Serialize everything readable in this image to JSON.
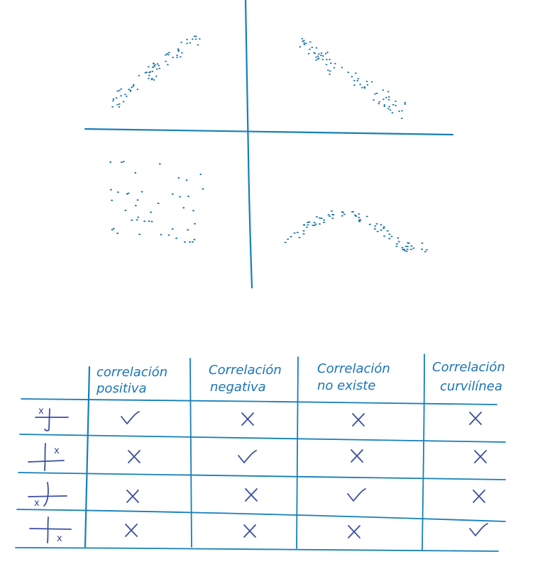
{
  "table": {
    "columns": [
      [
        "correlación",
        "positiva"
      ],
      [
        "Correlación",
        "negativa"
      ],
      [
        "Correlación",
        "no existe"
      ],
      [
        "Correlación",
        "curvilínea"
      ]
    ],
    "rows": [
      {
        "label": "x",
        "marks": [
          "check",
          "x",
          "x",
          "x"
        ]
      },
      {
        "label": "x",
        "marks": [
          "x",
          "check",
          "x",
          "x"
        ]
      },
      {
        "label": "x",
        "marks": [
          "x",
          "x",
          "check",
          "x"
        ]
      },
      {
        "label": "x",
        "marks": [
          "x",
          "x",
          "x",
          "check"
        ]
      }
    ]
  }
}
